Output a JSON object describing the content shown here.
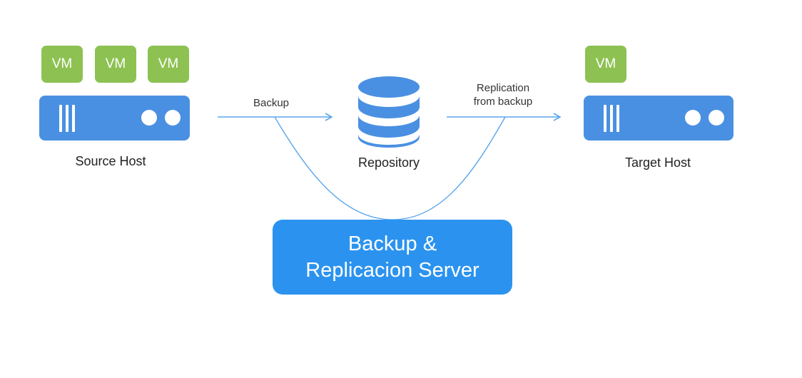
{
  "source_host": {
    "label": "Source Host",
    "vms": [
      {
        "label": "VM"
      },
      {
        "label": "VM"
      },
      {
        "label": "VM"
      }
    ]
  },
  "repository": {
    "label": "Repository"
  },
  "target_host": {
    "label": "Target Host",
    "vms": [
      {
        "label": "VM"
      }
    ]
  },
  "edges": {
    "backup": {
      "label": "Backup"
    },
    "replication": {
      "line1": "Replication",
      "line2": "from backup"
    }
  },
  "server": {
    "line1": "Backup &",
    "line2": "Replicacion Server"
  },
  "colors": {
    "vm_green": "#8dc152",
    "host_blue": "#4a90e2",
    "server_blue": "#2b93ef",
    "arrow": "#5aa6ea",
    "curve": "#5aa6ea"
  }
}
